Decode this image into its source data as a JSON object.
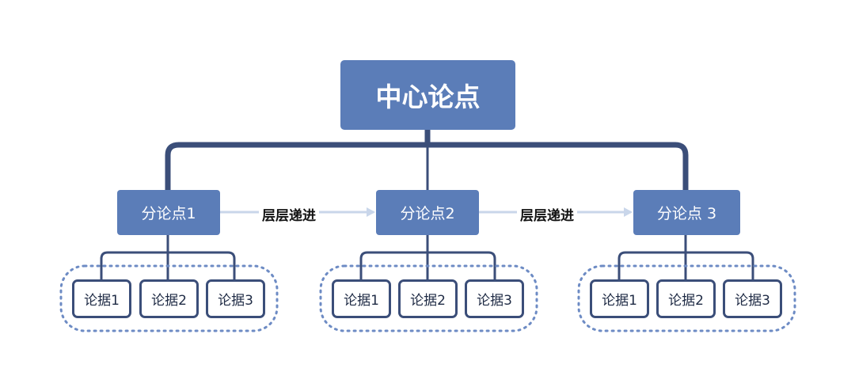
{
  "central": {
    "label": "中心论点"
  },
  "sub_points": [
    {
      "label": "分论点1"
    },
    {
      "label": "分论点2"
    },
    {
      "label": "分论点 3"
    }
  ],
  "arrow_label": "层层递进",
  "evidence": [
    [
      "论据1",
      "论据2",
      "论据3"
    ],
    [
      "论据1",
      "论据2",
      "论据3"
    ],
    [
      "论据1",
      "论据2",
      "论据3"
    ]
  ],
  "colors": {
    "node_fill": "#5b7db8",
    "line": "#3b4e79",
    "arrow": "#c9d6ea",
    "dotted": "#6d8bc4"
  }
}
